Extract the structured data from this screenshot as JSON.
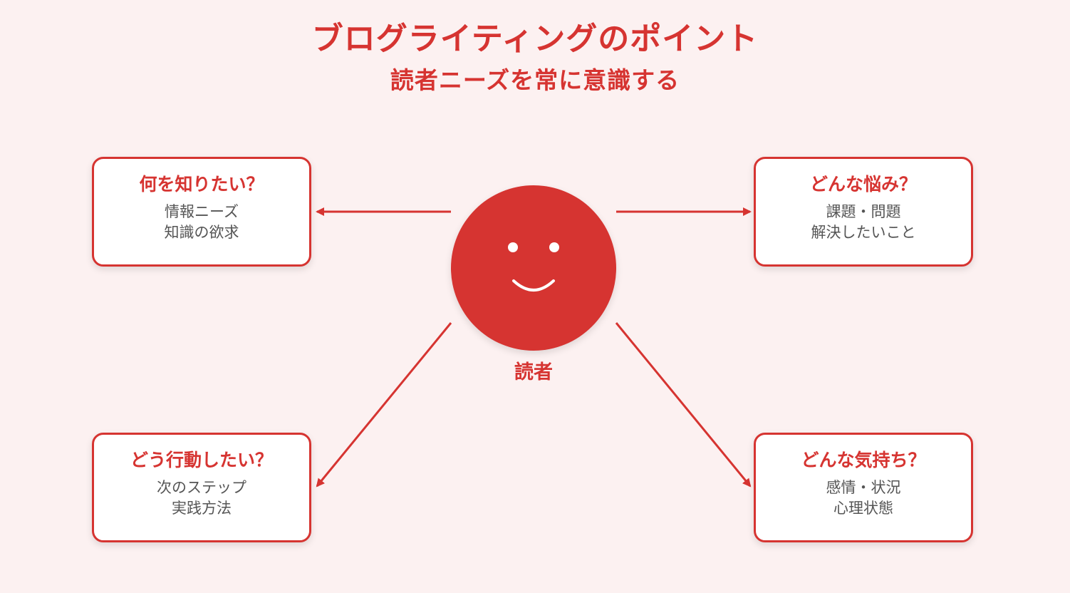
{
  "header": {
    "title": "ブログライティングのポイント",
    "subtitle": "読者ニーズを常に意識する"
  },
  "center": {
    "label": "読者",
    "icon": "smiley-face-icon"
  },
  "cards": {
    "top_left": {
      "heading": "何を知りたい？",
      "lines": [
        "情報ニーズ",
        "知識の欲求"
      ]
    },
    "top_right": {
      "heading": "どんな悩み？",
      "lines": [
        "課題・問題",
        "解決したいこと"
      ]
    },
    "bottom_left": {
      "heading": "どう行動したい？",
      "lines": [
        "次のステップ",
        "実践方法"
      ]
    },
    "bottom_right": {
      "heading": "どんな気持ち？",
      "lines": [
        "感情・状況",
        "心理状態"
      ]
    }
  },
  "colors": {
    "accent": "#d63431",
    "background": "#fcf1f1",
    "card_background": "#ffffff",
    "body_text": "#555555"
  }
}
